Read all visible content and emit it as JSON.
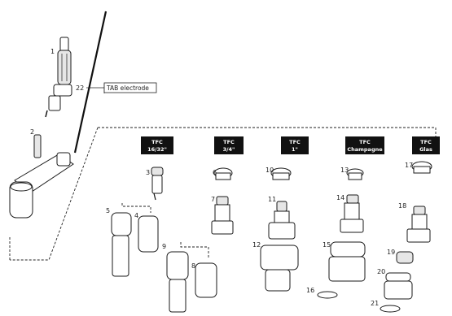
{
  "diagram": {
    "callout_label": "TAB electrode",
    "groups": [
      {
        "line1": "TFC",
        "line2": "16/32\""
      },
      {
        "line1": "TFC",
        "line2": "3/4\""
      },
      {
        "line1": "TFC",
        "line2": "1\""
      },
      {
        "line1": "TFC",
        "line2": "Champagne"
      },
      {
        "line1": "TFC",
        "line2": "Glas"
      }
    ],
    "part_numbers": [
      "1",
      "2",
      "3",
      "4",
      "5",
      "6",
      "7",
      "8",
      "9",
      "10",
      "11",
      "12",
      "13",
      "14",
      "15",
      "16",
      "17",
      "18",
      "19",
      "20",
      "21",
      "22"
    ],
    "colors": {
      "header_bg": "#111111",
      "line": "#1a1a1a"
    }
  }
}
